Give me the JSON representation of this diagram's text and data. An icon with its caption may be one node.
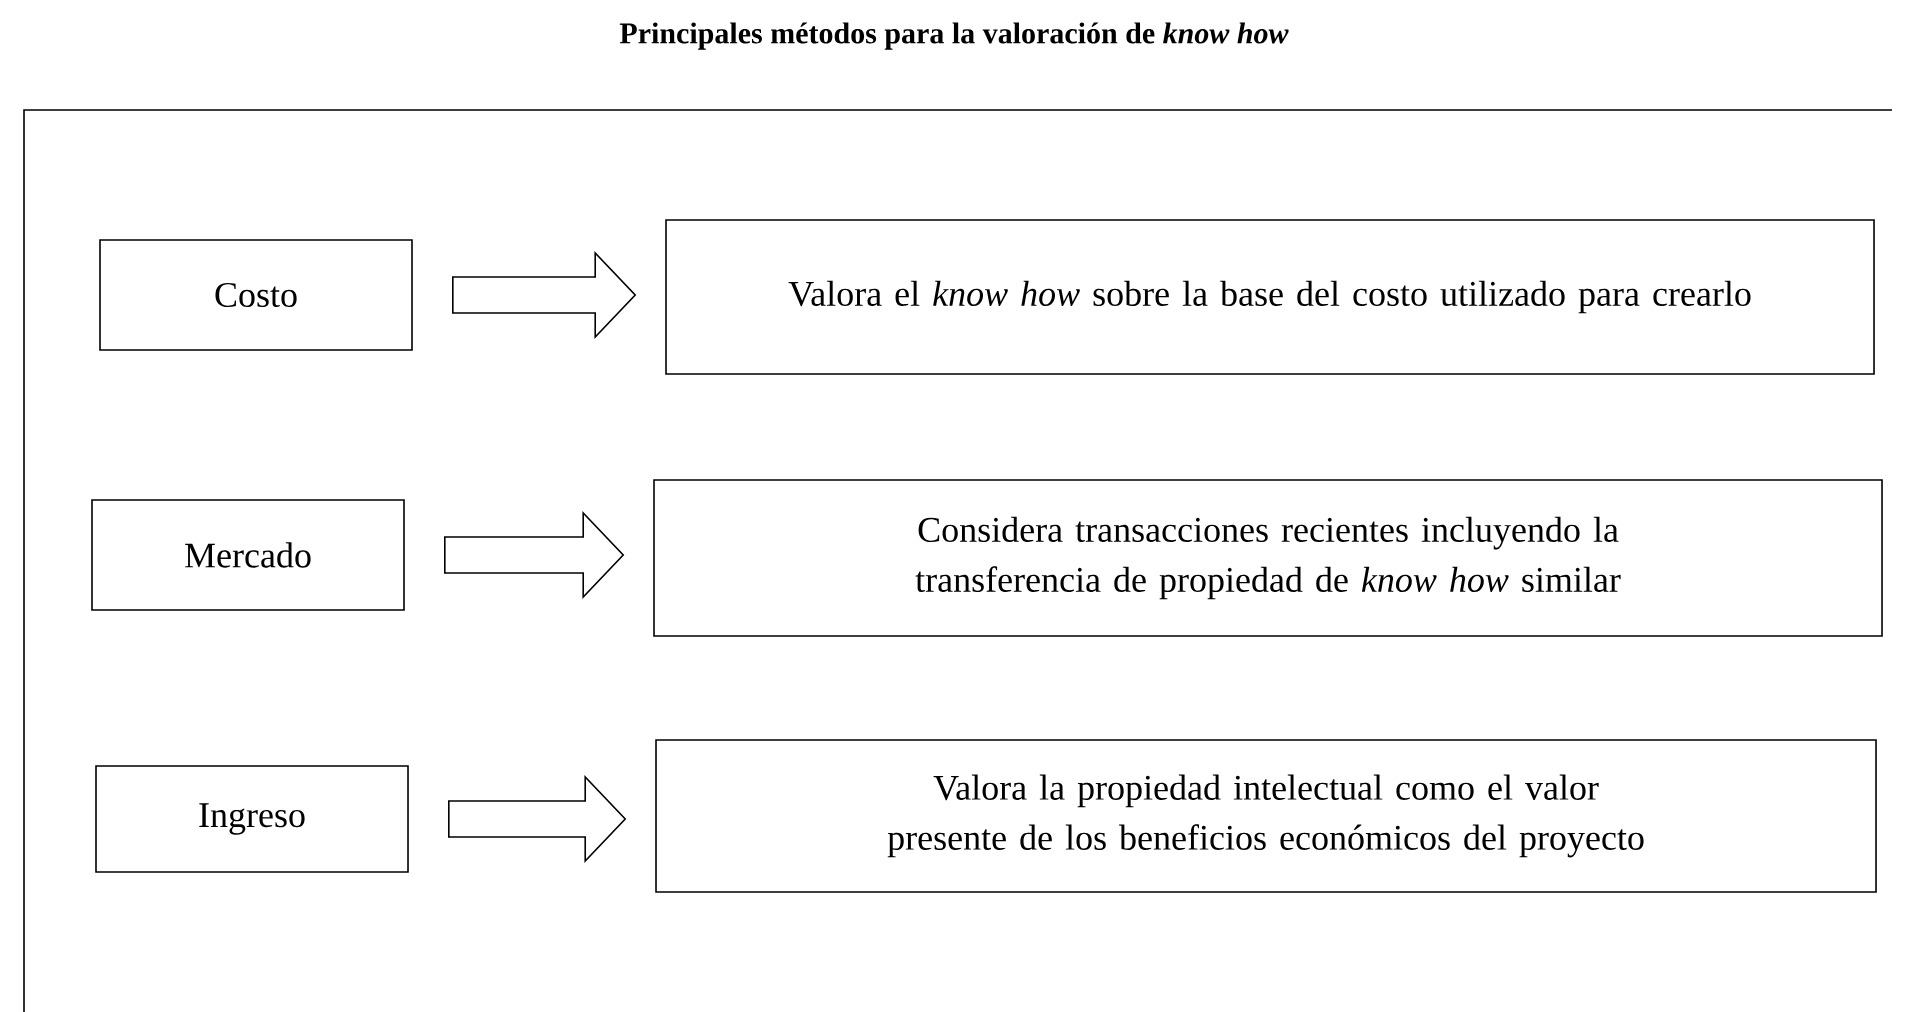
{
  "diagram": {
    "title": "Principales métodos para la valoración de *know how*",
    "nodes": [
      {
        "text": [
          "Costo"
        ]
      },
      {
        "text": [
          "Valora el *know how* sobre la base del costo utilizado para crearlo"
        ]
      },
      {
        "text": [
          "Mercado"
        ]
      },
      {
        "text": [
          "Considera transacciones recientes incluyendo la transferencia de propiedad de *know how* similar"
        ]
      },
      {
        "text": [
          "Ingreso"
        ]
      },
      {
        "text": [
          "Valora la propiedad intelectual como el valor presente de los beneficios económicos del proyecto"
        ]
      }
    ],
    "edges": [
      {
        "from": 0,
        "to": 1,
        "arrow": "to"
      },
      {
        "from": 2,
        "to": 3,
        "arrow": "to"
      },
      {
        "from": 4,
        "to": 5,
        "arrow": "to"
      }
    ]
  }
}
